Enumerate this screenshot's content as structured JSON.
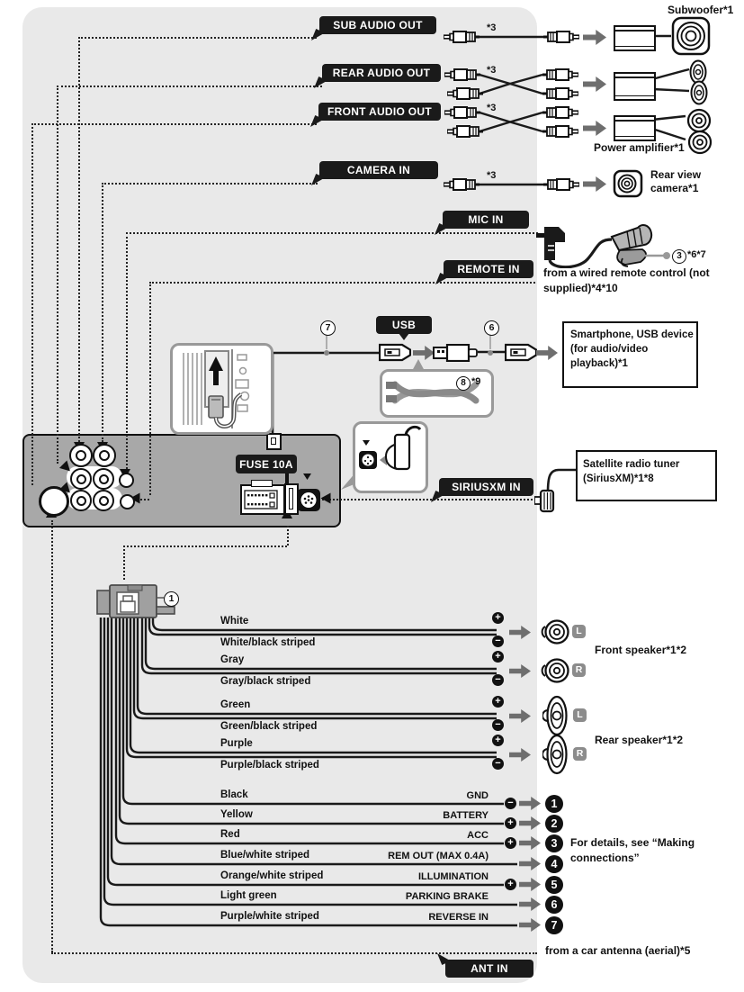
{
  "callouts": {
    "sub_audio_out": "SUB AUDIO OUT",
    "rear_audio_out": "REAR AUDIO OUT",
    "front_audio_out": "FRONT AUDIO OUT",
    "camera_in": "CAMERA IN",
    "mic_in": "MIC IN",
    "remote_in": "REMOTE IN",
    "usb": "USB",
    "fuse": "FUSE 10A",
    "siriusxm_in": "SIRIUSXM IN",
    "ant_in": "ANT IN"
  },
  "devices": {
    "subwoofer": "Subwoofer*1",
    "power_amplifier": "Power amplifier*1",
    "rear_view_camera_line1": "Rear view",
    "rear_view_camera_line2": "camera*1",
    "smartphone_line1": "Smartphone, USB device",
    "smartphone_line2": "(for audio/video",
    "smartphone_line3": "playback)*1",
    "satellite_line1": "Satellite radio tuner",
    "satellite_line2": "(SiriusXM)*1*8",
    "front_speaker": "Front speaker*1*2",
    "rear_speaker": "Rear speaker*1*2"
  },
  "notes": {
    "remote_line1": "from a wired remote control (not",
    "remote_line2": "supplied)*4*10",
    "details_line1": "For details, see “Making",
    "details_line2": "connections”",
    "antenna": "from a car antenna (aerial)*5"
  },
  "markers": {
    "cable_note": "*3",
    "mic_ref": "*6*7",
    "usb_cable_ref": "*9",
    "circled_1": "1",
    "circled_3": "3",
    "circled_6": "6",
    "circled_7": "7",
    "circled_8": "8"
  },
  "polarity_symbols": {
    "plus": "+",
    "minus": "−"
  },
  "speaker_wires": [
    {
      "positive": "White",
      "negative": "White/black striped",
      "channel": "L"
    },
    {
      "positive": "Gray",
      "negative": "Gray/black striped",
      "channel": "R"
    },
    {
      "positive": "Green",
      "negative": "Green/black striped",
      "channel": "L"
    },
    {
      "positive": "Purple",
      "negative": "Purple/black striped",
      "channel": "R"
    }
  ],
  "power_wires": [
    {
      "color": "Black",
      "terminal": "GND",
      "polarity": "−",
      "number": "1"
    },
    {
      "color": "Yellow",
      "terminal": "BATTERY",
      "polarity": "+",
      "number": "2"
    },
    {
      "color": "Red",
      "terminal": "ACC",
      "polarity": "+",
      "number": "3"
    },
    {
      "color": "Blue/white striped",
      "terminal": "REM OUT (MAX 0.4A)",
      "polarity": "",
      "number": "4"
    },
    {
      "color": "Orange/white striped",
      "terminal": "ILLUMINATION",
      "polarity": "+",
      "number": "5"
    },
    {
      "color": "Light green",
      "terminal": "PARKING BRAKE",
      "polarity": "",
      "number": "6"
    },
    {
      "color": "Purple/white striped",
      "terminal": "REVERSE IN",
      "polarity": "",
      "number": "7"
    }
  ],
  "colors": {
    "panel": "#e9e9e9",
    "label_bg": "#1a1a1a",
    "unit_body": "#a8a8a8",
    "arrow": "#6e6e6e",
    "badge": "#8c8c8c"
  }
}
